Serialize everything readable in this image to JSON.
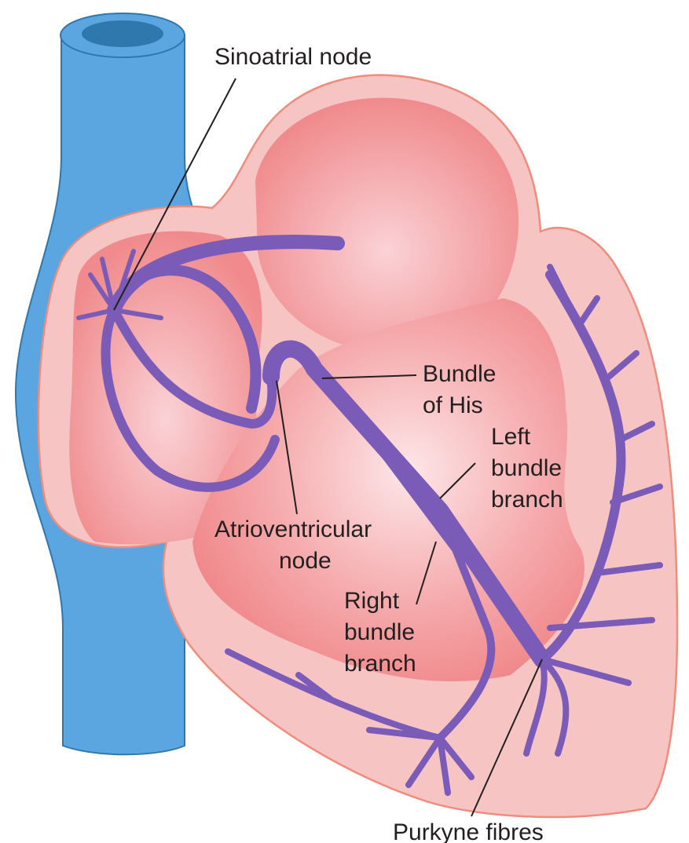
{
  "diagram": {
    "title": "Cardiac conduction system",
    "labels": {
      "sinoatrial_node": "Sinoatrial node",
      "bundle_of_his_1": "Bundle",
      "bundle_of_his_2": "of His",
      "left_bundle_1": "Left",
      "left_bundle_2": "bundle",
      "left_bundle_3": "branch",
      "av_node_1": "Atrioventricular",
      "av_node_2": "node",
      "right_bundle_1": "Right",
      "right_bundle_2": "bundle",
      "right_bundle_3": "branch",
      "purkyne": "Purkyne fibres"
    },
    "colors": {
      "vessel": "#5ba6e0",
      "vessel_lumen": "#2e78ae",
      "heart_wall": "#f7c4c4",
      "heart_outline": "#ef8c7c",
      "chamber": "#f28c8e",
      "conduction": "#7a5bb8"
    }
  }
}
